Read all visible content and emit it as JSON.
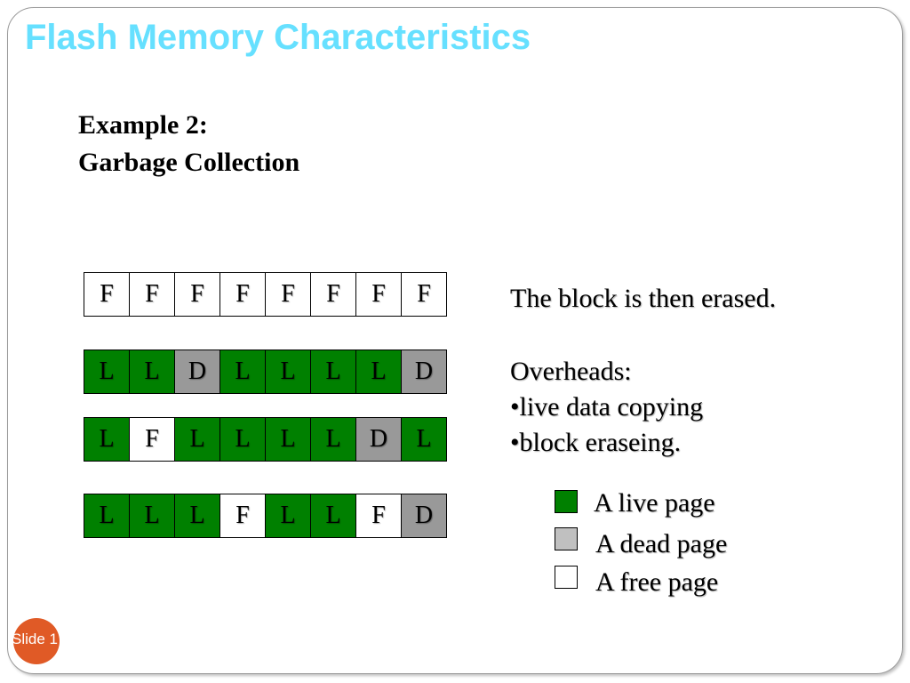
{
  "slide": {
    "title": "Flash Memory Characteristics",
    "subtitle": [
      "Example 2:",
      "Garbage Collection"
    ],
    "badge": "Slide 1"
  },
  "rows": [
    [
      "F",
      "F",
      "F",
      "F",
      "F",
      "F",
      "F",
      "F"
    ],
    [
      "L",
      "L",
      "D",
      "L",
      "L",
      "L",
      "L",
      "D"
    ],
    [
      "L",
      "F",
      "L",
      "L",
      "L",
      "L",
      "D",
      "L"
    ],
    [
      "L",
      "L",
      "L",
      "F",
      "L",
      "L",
      "F",
      "D"
    ]
  ],
  "side_text": {
    "line1": "The block is then erased.",
    "line2": "Overheads:",
    "line3": "•live data copying",
    "line4": "•block eraseing."
  },
  "legend": [
    {
      "label": "A live page",
      "color": "#008000"
    },
    {
      "label": "A dead page",
      "color": "#c0c0c0"
    },
    {
      "label": "A free page",
      "color": "#ffffff"
    }
  ],
  "colors": {
    "title": "#66e0ff",
    "live": "#008000",
    "dead": "#999999",
    "free": "#ffffff",
    "badge": "#e05a26"
  }
}
